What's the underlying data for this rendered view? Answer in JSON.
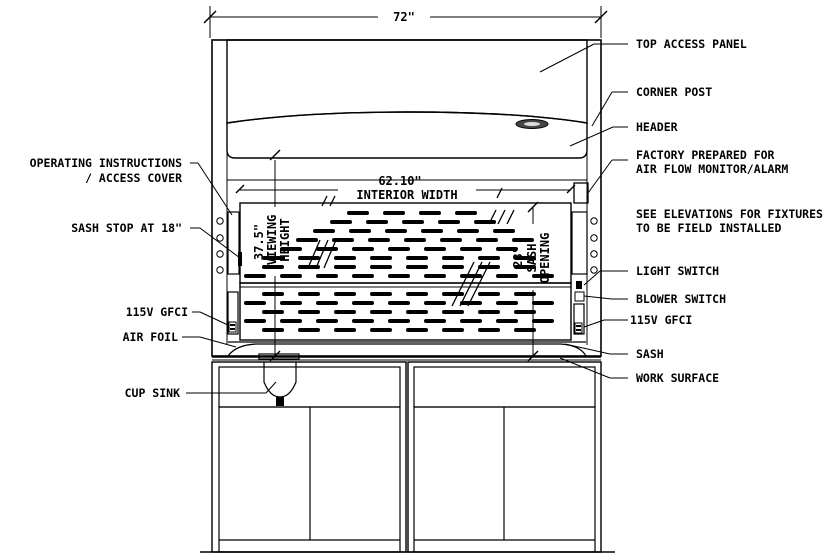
{
  "dimensions": {
    "overall_width": "72\"",
    "interior_width_value": "62.10\"",
    "interior_width_label": "INTERIOR WIDTH",
    "viewing_height_value": "37.5\"",
    "viewing_height_label": "VIEWING HEIGHT",
    "sash_opening_value": "28\"",
    "sash_opening_label": "SASH OPENING"
  },
  "callouts": {
    "top_access_panel": "TOP ACCESS PANEL",
    "corner_post": "CORNER POST",
    "header": "HEADER",
    "factory_prepared": "FACTORY PREPARED FOR",
    "air_flow_monitor": "AIR FLOW MONITOR/ALARM",
    "see_elevations": "SEE ELEVATIONS FOR FIXTURES",
    "to_be_field_installed": "TO BE FIELD INSTALLED",
    "light_switch": "LIGHT SWITCH",
    "blower_switch": "BLOWER SWITCH",
    "gfci_right": "115V GFCI",
    "sash": "SASH",
    "work_surface": "WORK SURFACE",
    "operating_instructions": "OPERATING INSTRUCTIONS",
    "access_cover": "/ ACCESS COVER",
    "sash_stop": "SASH STOP AT 18\"",
    "gfci_left": "115V GFCI",
    "air_foil": "AIR FOIL",
    "cup_sink": "CUP SINK"
  }
}
